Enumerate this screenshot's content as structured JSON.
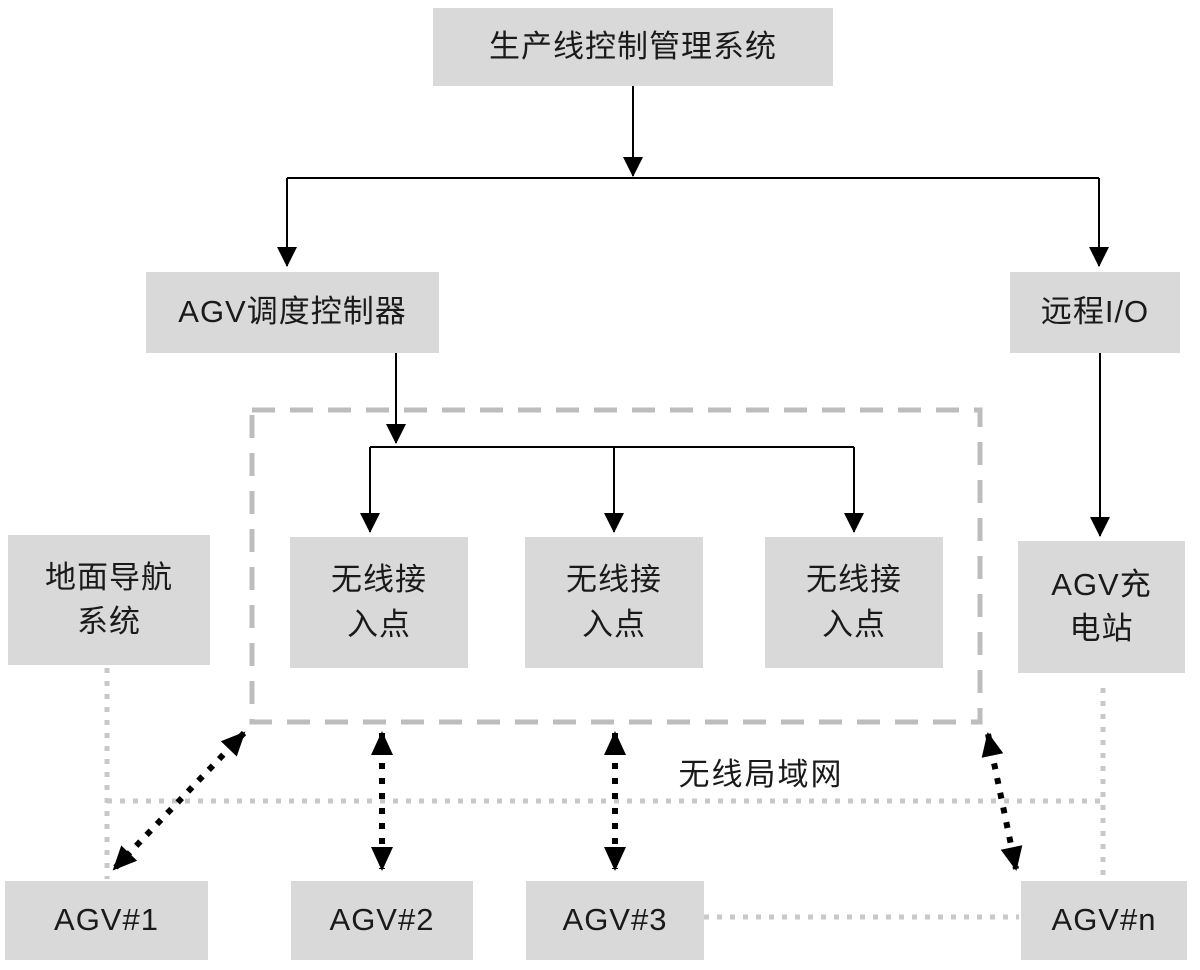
{
  "diagram": {
    "type": "flowchart",
    "colors": {
      "box_fill": "#d9d9d9",
      "text": "#1a1a1a",
      "solid_line": "#000000",
      "dashed_boundary": "#bdbdbd",
      "dotted_link": "#c8c8c8"
    },
    "nodes": {
      "production_system": {
        "label": "生产线控制管理系统"
      },
      "agv_dispatch_controller": {
        "label": "AGV调度控制器"
      },
      "remote_io": {
        "label": "远程I/O"
      },
      "ground_navigation_system": {
        "label": "地面导航\n系统"
      },
      "wireless_ap_1": {
        "label": "无线接\n入点"
      },
      "wireless_ap_2": {
        "label": "无线接\n入点"
      },
      "wireless_ap_3": {
        "label": "无线接\n入点"
      },
      "agv_charging_station": {
        "label": "AGV充\n电站"
      },
      "agv_1": {
        "label": "AGV#1"
      },
      "agv_2": {
        "label": "AGV#2"
      },
      "agv_3": {
        "label": "AGV#3"
      },
      "agv_n": {
        "label": "AGV#n"
      }
    },
    "labels": {
      "wlan": "无线局域网"
    }
  }
}
